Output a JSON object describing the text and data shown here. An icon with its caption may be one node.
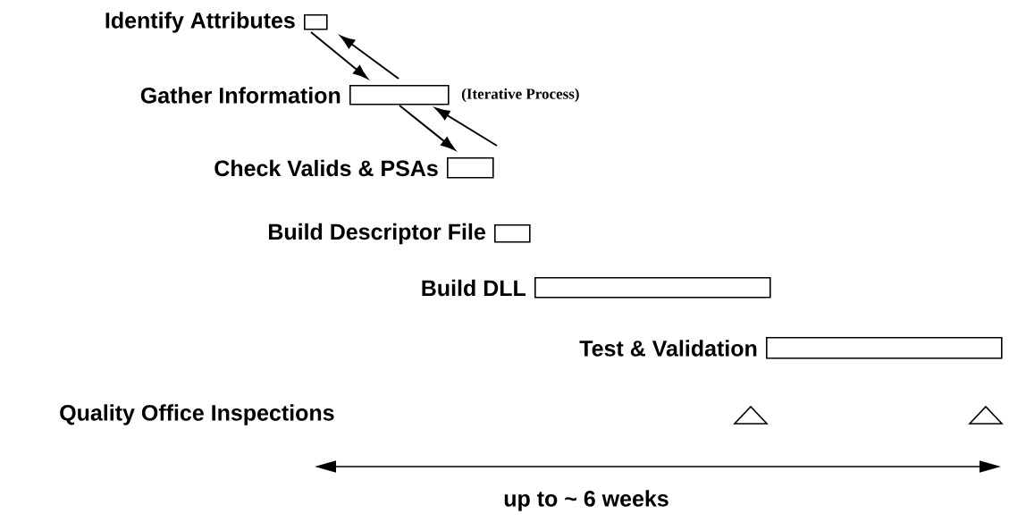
{
  "diagram": {
    "nodes": [
      {
        "text": [],
        "shape": "bar",
        "beside": [
          "Identify Attributes"
        ]
      },
      {
        "text": [],
        "shape": "bar",
        "beside": [
          "Gather Information",
          "(Iterative Process)"
        ]
      },
      {
        "text": [],
        "shape": "bar",
        "beside": [
          "Check Valids & PSAs"
        ]
      },
      {
        "text": [],
        "shape": "bar",
        "beside": [
          "Build Descriptor File"
        ]
      },
      {
        "text": [],
        "shape": "bar",
        "beside": [
          "Build DLL"
        ]
      },
      {
        "text": [],
        "shape": "bar",
        "beside": [
          "Test & Validation"
        ]
      }
    ],
    "edges": [
      {
        "from": 0,
        "to": 1,
        "arrow": "to"
      },
      {
        "from": 1,
        "to": 0,
        "arrow": "to"
      },
      {
        "from": 1,
        "to": 2,
        "arrow": "to"
      },
      {
        "from": 2,
        "to": 1,
        "arrow": "to"
      }
    ],
    "labels": [
      "Quality Office Inspections",
      "up to ~ 6 weeks"
    ]
  }
}
